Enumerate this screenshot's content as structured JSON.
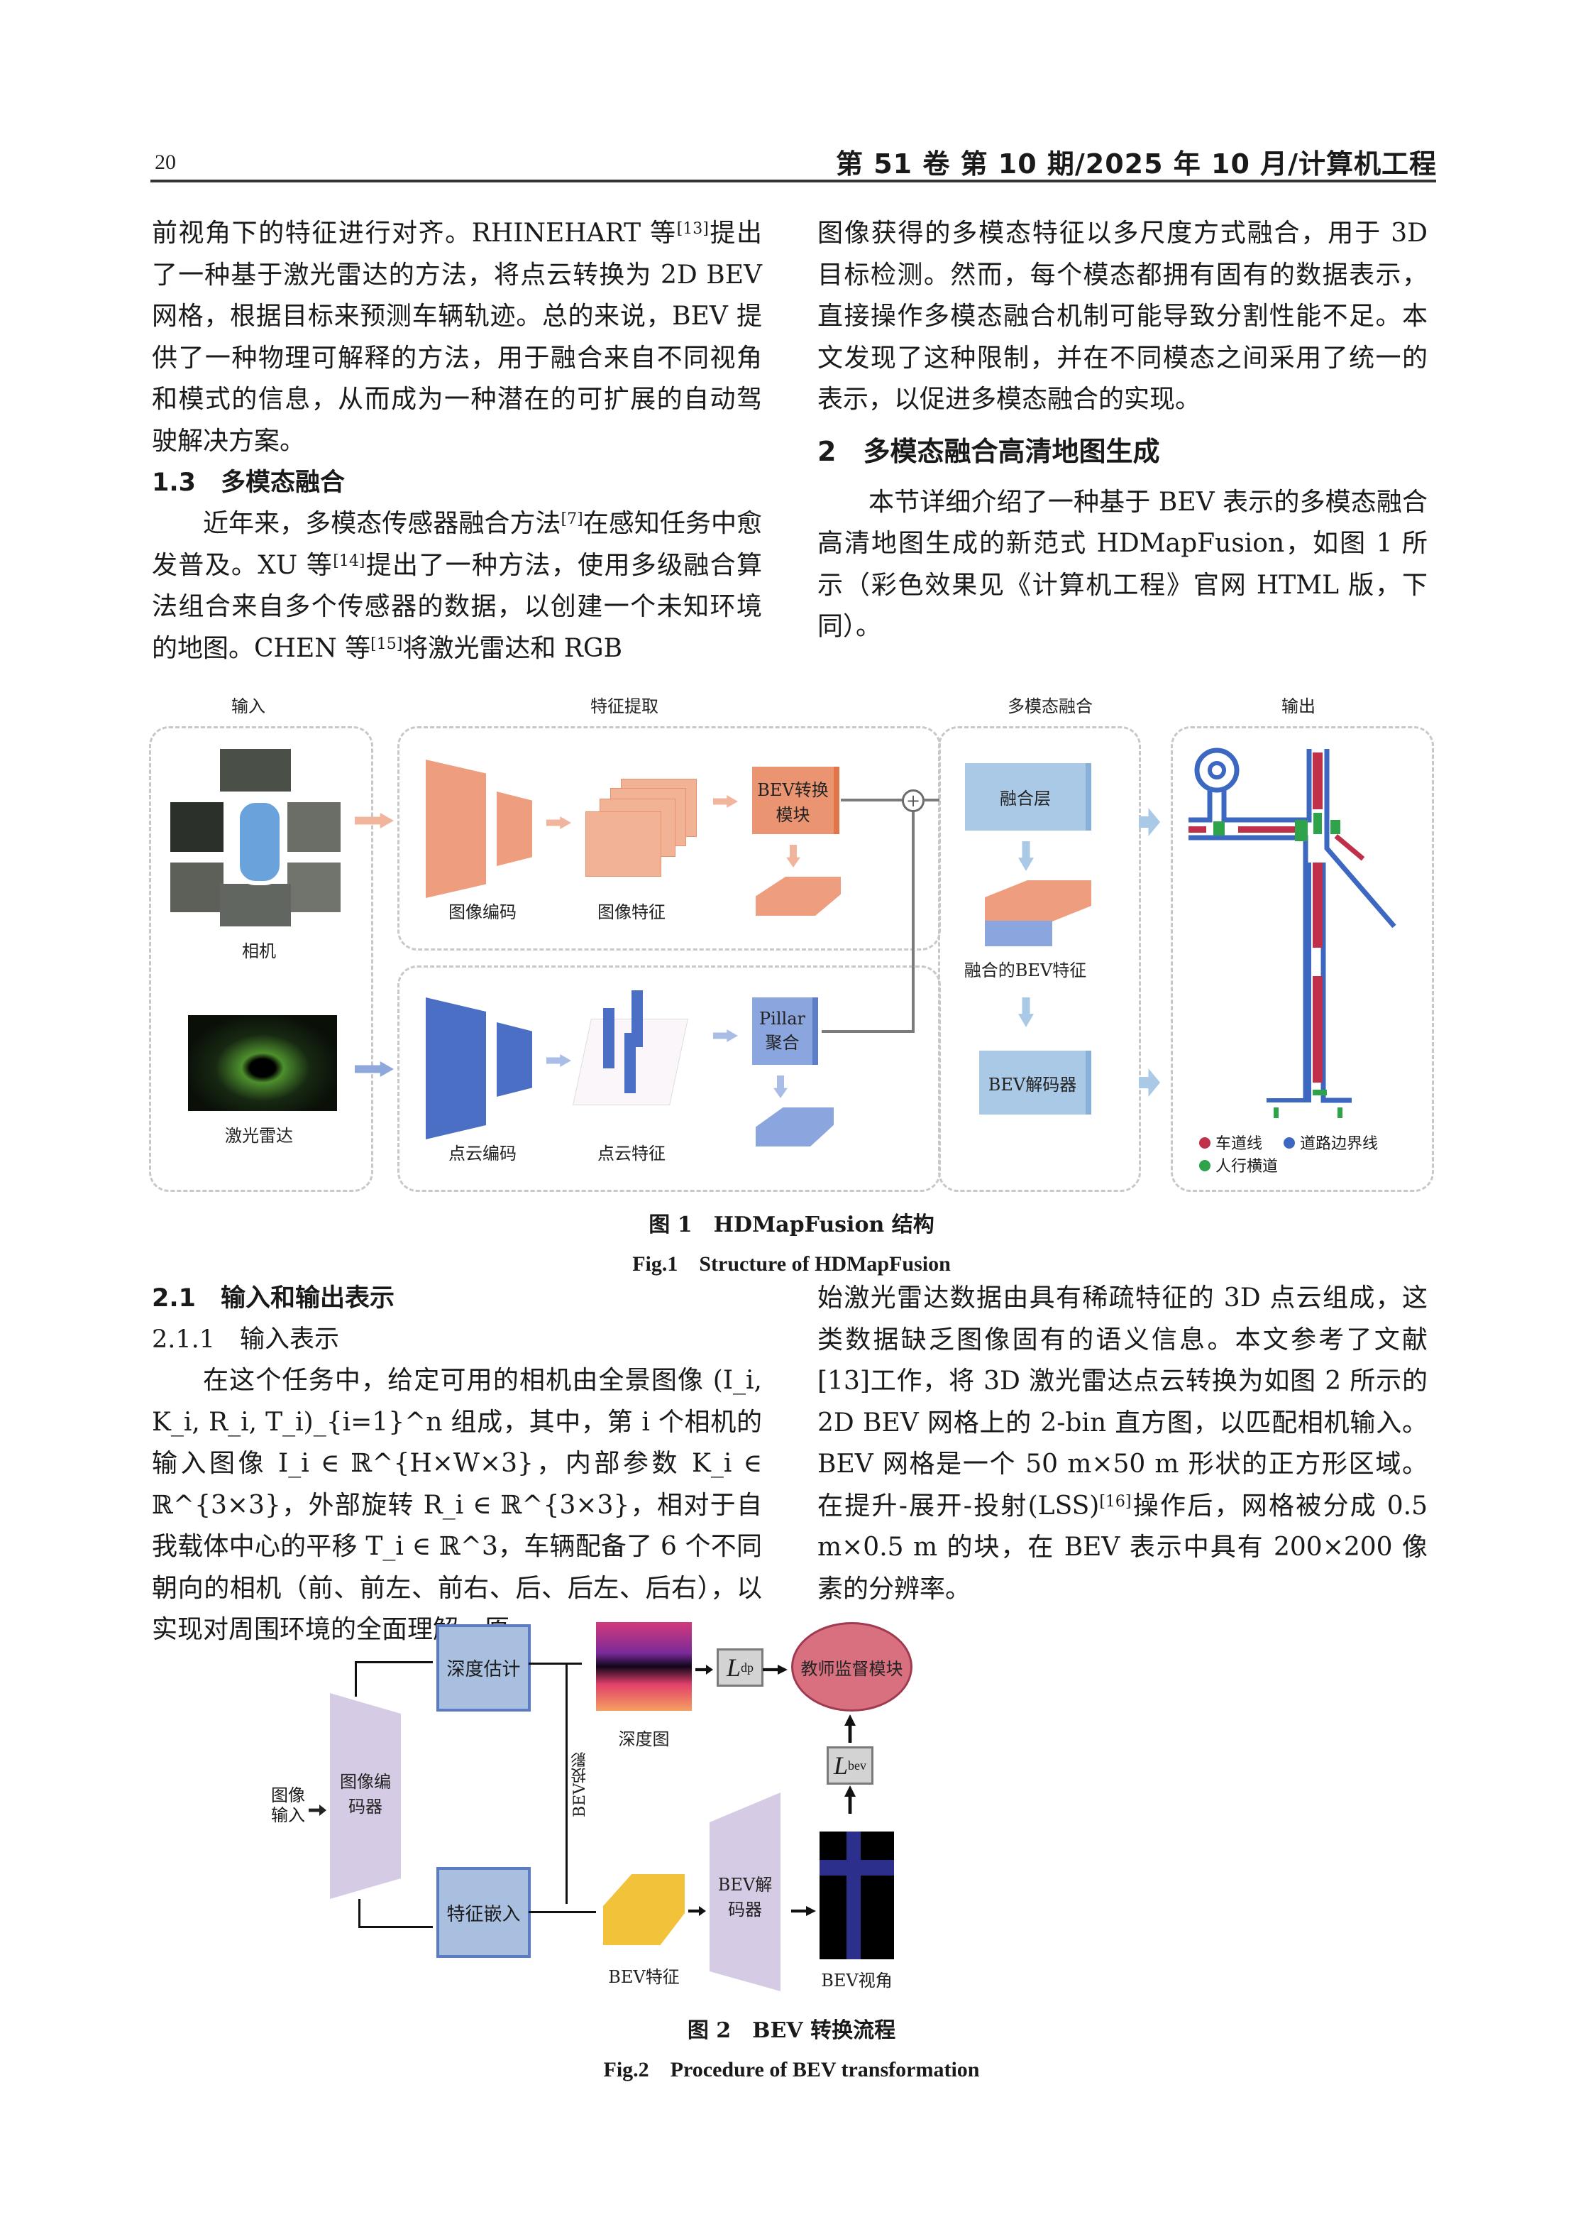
{
  "header": {
    "page_number": "20",
    "journal": "第 51 卷 第 10 期/2025 年 10 月/计算机工程"
  },
  "top_left": {
    "p1_a": "前视角下的特征进行对齐。RHINEHART 等",
    "p1_ref": "[13]",
    "p1_b": "提出了一种基于激光雷达的方法，将点云转换为 2D BEV 网格，根据目标来预测车辆轨迹。总的来说，BEV 提供了一种物理可解释的方法，用于融合来自不同视角和模式的信息，从而成为一种潜在的可扩展的自动驾驶解决方案。",
    "section_1_3": "1.3　多模态融合",
    "p2_a": "近年来，多模态传感器融合方法",
    "p2_ref1": "[7]",
    "p2_b": "在感知任务中愈发普及。XU 等",
    "p2_ref2": "[14]",
    "p2_c": "提出了一种方法，使用多级融合算法组合来自多个传感器的数据，以创建一个未知环境的地图。CHEN 等",
    "p2_ref3": "[15]",
    "p2_d": "将激光雷达和 RGB"
  },
  "top_right": {
    "p1": "图像获得的多模态特征以多尺度方式融合，用于 3D 目标检测。然而，每个模态都拥有固有的数据表示，直接操作多模态融合机制可能导致分割性能不足。本文发现了这种限制，并在不同模态之间采用了统一的表示，以促进多模态融合的实现。",
    "section_2": "2　多模态融合高清地图生成",
    "p2": "本节详细介绍了一种基于 BEV 表示的多模态融合高清地图生成的新范式 HDMapFusion，如图 1 所示（彩色效果见《计算机工程》官网 HTML 版，下同）。"
  },
  "figure1": {
    "group_titles": [
      "输入",
      "特征提取",
      "多模态融合",
      "输出"
    ],
    "camera_label": "相机",
    "lidar_label": "激光雷达",
    "image_encoder": "图像编码",
    "image_features": "图像特征",
    "bev_transform": "BEV转换模块",
    "pointcloud_encoder": "点云编码",
    "pointcloud_features": "点云特征",
    "pillar_agg": "Pillar聚合",
    "fusion_layer": "融合层",
    "fused_bev": "融合的BEV特征",
    "bev_decoder": "BEV解码器",
    "legend": [
      {
        "label": "车道线",
        "color": "#c0304a"
      },
      {
        "label": "道路边界线",
        "color": "#3d68c2"
      },
      {
        "label": "人行横道",
        "color": "#2ea34a"
      }
    ],
    "caption_cn": "图 1　HDMapFusion 结构",
    "caption_en": "Fig.1　Structure of HDMapFusion"
  },
  "bottom_left": {
    "section_2_1": "2.1　输入和输出表示",
    "section_2_1_1": "2.1.1　输入表示",
    "p1": "在这个任务中，给定可用的相机由全景图像 (I_i, K_i, R_i, T_i)_{i=1}^n 组成，其中，第 i 个相机的输入图像 I_i ∈ ℝ^{H×W×3}，内部参数 K_i ∈ ℝ^{3×3}，外部旋转 R_i ∈ ℝ^{3×3}，相对于自我载体中心的平移 T_i ∈ ℝ^3，车辆配备了 6 个不同朝向的相机（前、前左、前右、后、后左、后右），以实现对周围环境的全面理解。原"
  },
  "bottom_right": {
    "p1_a": "始激光雷达数据由具有稀疏特征的 3D 点云组成，这类数据缺乏图像固有的语义信息。本文参考了文献[13]工作，将 3D 激光雷达点云转换为如图 2 所示的 2D BEV 网格上的 2-bin 直方图，以匹配相机输入。BEV 网格是一个 50 m×50 m 形状的正方形区域。在提升-展开-投射(LSS)",
    "p1_ref": "[16]",
    "p1_b": "操作后，网格被分成 0.5 m×0.5 m 的块，在 BEV 表示中具有 200×200 像素的分辨率。"
  },
  "figure2": {
    "image_input": "图像输入",
    "image_encoder": "图像编码器",
    "depth_estimation": "深度估计",
    "feature_embedding": "特征嵌入",
    "depth_map": "深度图",
    "bev_projection": "BEV投影",
    "bev_features": "BEV特征",
    "bev_decoder": "BEV解码器",
    "bev_view": "BEV视角",
    "loss_dp": "L",
    "loss_dp_sub": "dp",
    "loss_bev": "L",
    "loss_bev_sub": "bev",
    "teacher": "教师监督模块",
    "caption_cn": "图 2　BEV 转换流程",
    "caption_en": "Fig.2　Procedure of BEV transformation"
  }
}
